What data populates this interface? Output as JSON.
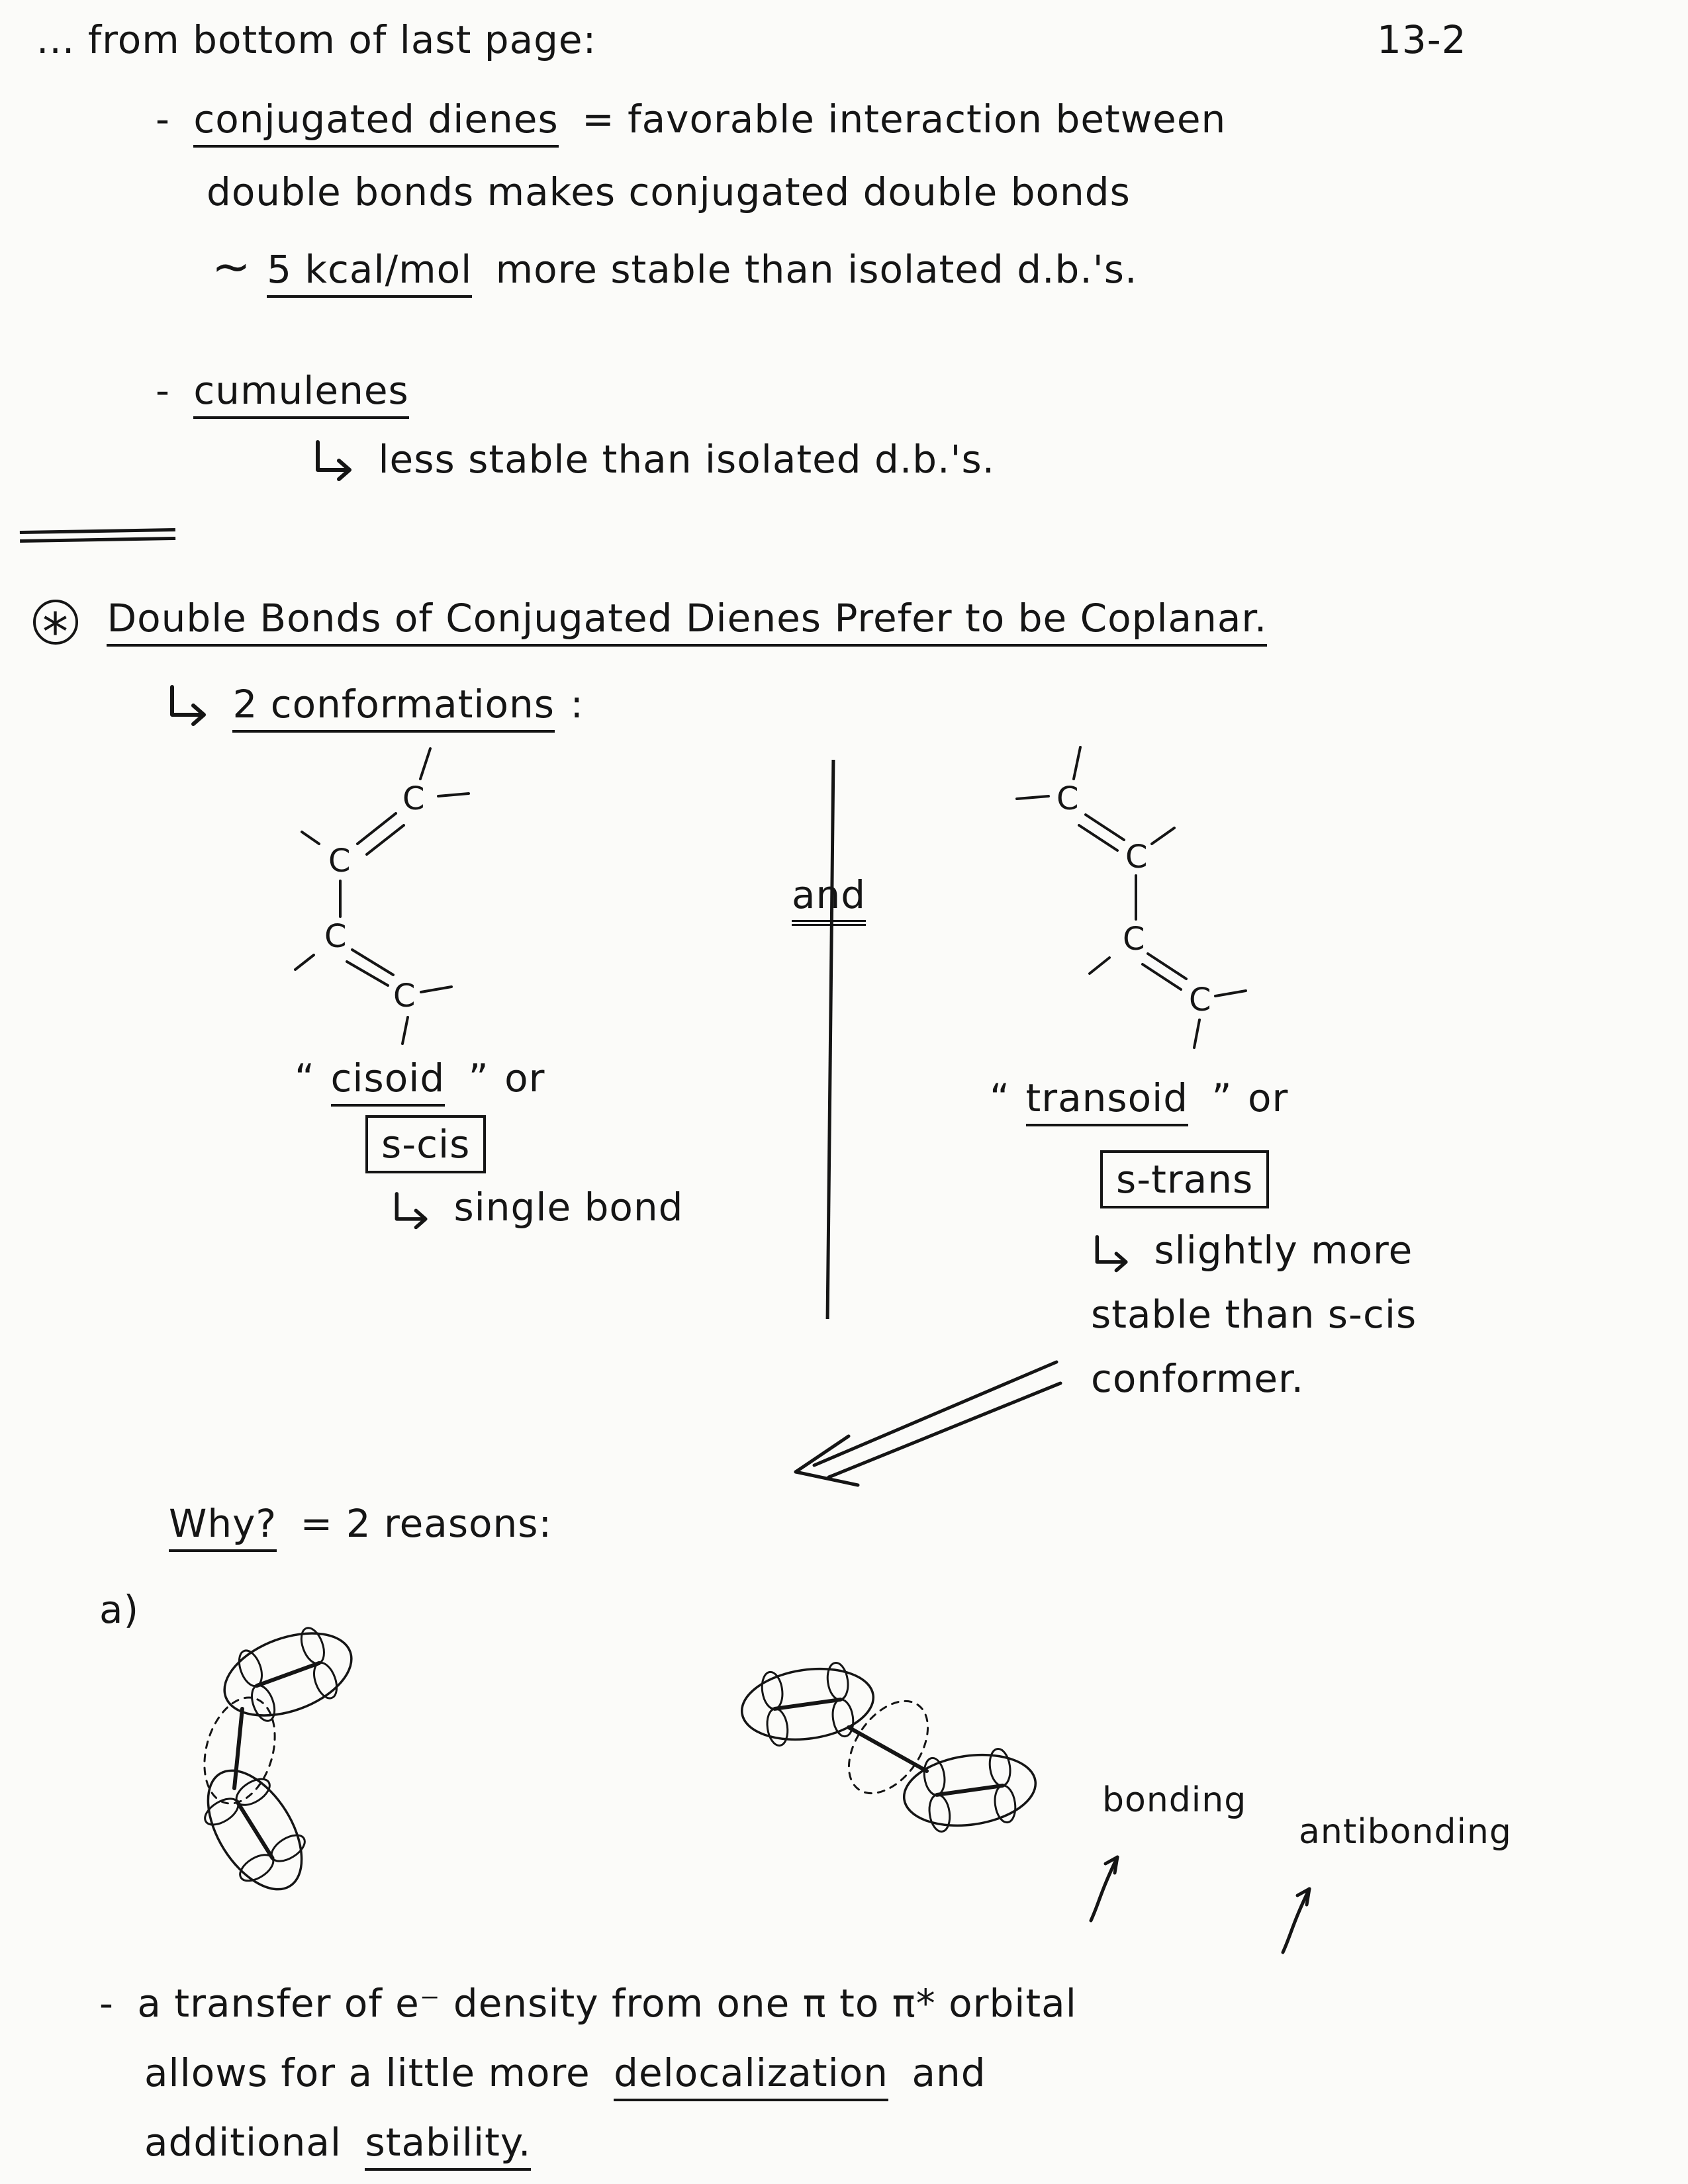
{
  "header": {
    "note": "... from bottom of last page:",
    "page_number": "13-2"
  },
  "conjugated": {
    "dash": "-",
    "term": "conjugated dienes",
    "after_term": "= favorable interaction between",
    "line2": "double bonds makes conjugated double bonds",
    "tilde": "~",
    "energy": "5 kcal/mol",
    "line3_rest": "more stable than isolated d.b.'s."
  },
  "cumulenes": {
    "dash": "-",
    "term": "cumulenes",
    "note": "less stable than isolated d.b.'s."
  },
  "coplanar": {
    "bullet": "*",
    "title": "Double Bonds of Conjugated Dienes Prefer to be Coplanar.",
    "conformations": "2 conformations",
    "colon": ":"
  },
  "structures": {
    "atom": "C",
    "and": "and",
    "cisoid": {
      "open_quote": "“",
      "term": "cisoid",
      "close_quote": "”",
      "or": "or",
      "boxed": "s-cis",
      "note": "single bond"
    },
    "transoid": {
      "open_quote": "“",
      "term": "transoid",
      "close_quote": "”",
      "or": "or",
      "boxed": "s-trans",
      "note1": "slightly more",
      "note2": "stable than s-cis",
      "note3": "conformer."
    }
  },
  "why": {
    "question": "Why?",
    "rest": "= 2 reasons:"
  },
  "reason_a": {
    "label": "a)",
    "bonding": "bonding",
    "antibonding": "antibonding"
  },
  "transfer": {
    "dash": "-",
    "line1": "a transfer of e⁻ density from one π to π* orbital",
    "line2_a": "allows for a little more",
    "line2_ul": "delocalization",
    "line2_b": "and",
    "line3_a": "additional",
    "line3_ul": "stability."
  }
}
